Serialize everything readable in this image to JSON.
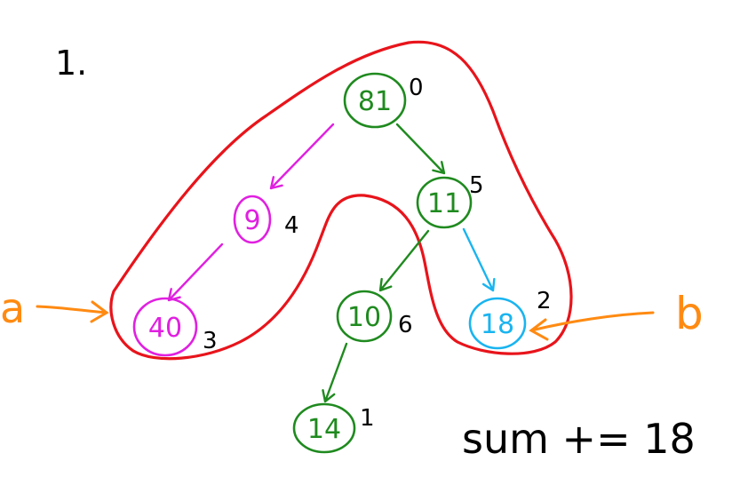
{
  "step_label": "1.",
  "colors": {
    "highlight": "#e8141b",
    "default": "#1f8a1f",
    "path_a": "#e020e0",
    "path_b": "#19b4f0",
    "pointer": "#ff8a12",
    "ink": "#000000"
  },
  "nodes": [
    {
      "id": "n81",
      "value": "81",
      "index": "0",
      "color": "default"
    },
    {
      "id": "n11",
      "value": "11",
      "index": "5",
      "color": "default"
    },
    {
      "id": "n9",
      "value": "9",
      "index": "4",
      "color": "path_a"
    },
    {
      "id": "n40",
      "value": "40",
      "index": "3",
      "color": "path_a"
    },
    {
      "id": "n10",
      "value": "10",
      "index": "6",
      "color": "default"
    },
    {
      "id": "n18",
      "value": "18",
      "index": "2",
      "color": "path_b"
    },
    {
      "id": "n14",
      "value": "14",
      "index": "1",
      "color": "default"
    }
  ],
  "edges": [
    {
      "from": "n81",
      "to": "n9",
      "color": "path_a"
    },
    {
      "from": "n9",
      "to": "n40",
      "color": "path_a"
    },
    {
      "from": "n81",
      "to": "n11",
      "color": "default"
    },
    {
      "from": "n11",
      "to": "n10",
      "color": "default"
    },
    {
      "from": "n11",
      "to": "n18",
      "color": "path_b"
    },
    {
      "from": "n10",
      "to": "n14",
      "color": "default"
    }
  ],
  "pointers": [
    {
      "label": "a",
      "target": "n40"
    },
    {
      "label": "b",
      "target": "n18"
    }
  ],
  "formula": "sum += 18"
}
